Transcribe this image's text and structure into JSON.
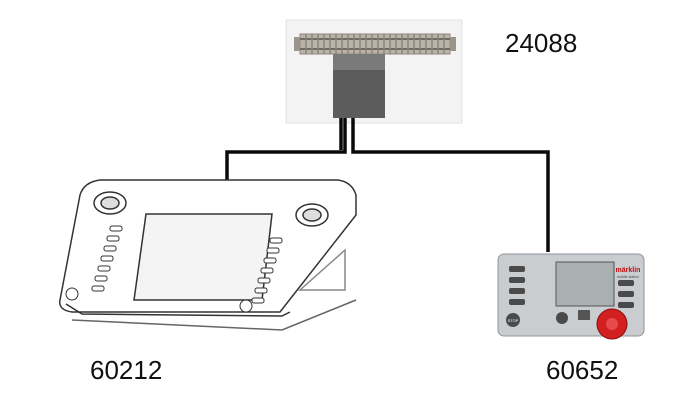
{
  "components": {
    "track": {
      "label": "24088"
    },
    "central_station": {
      "label": "60212"
    },
    "mobile_station": {
      "label": "60652",
      "logo": "märklin",
      "logo_sub": "mobile station",
      "stop_text": "STOP"
    }
  },
  "colors": {
    "cable": "#0a0a0a",
    "track_body": "#b9b3a8",
    "connector": "#5c5c5c",
    "mobile_station_body": "#c9cdd0",
    "screen": "#a9b0b0",
    "stop_button": "#d21f1f"
  }
}
